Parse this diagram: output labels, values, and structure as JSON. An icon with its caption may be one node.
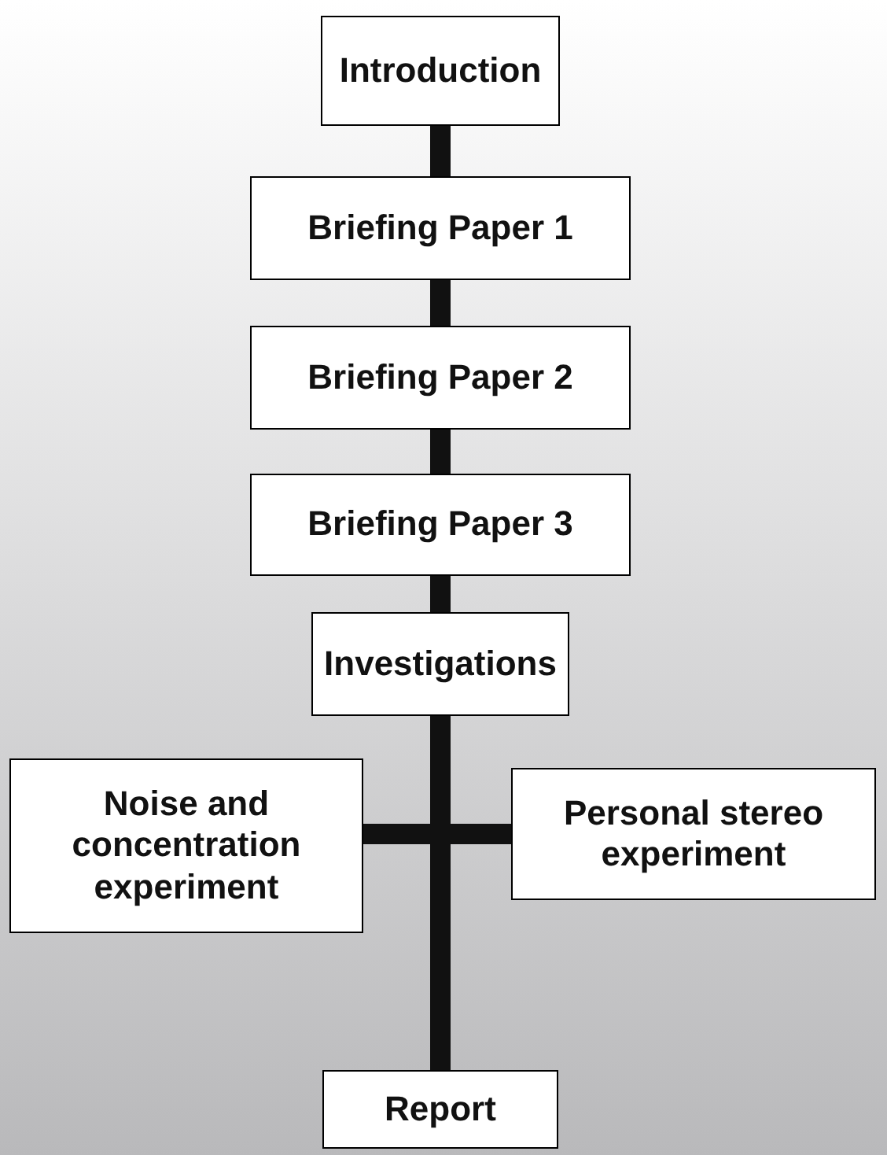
{
  "diagram": {
    "nodes": [
      {
        "text": [
          "Introduction"
        ]
      },
      {
        "text": [
          "Briefing Paper 1"
        ]
      },
      {
        "text": [
          "Briefing Paper 2"
        ]
      },
      {
        "text": [
          "Briefing Paper 3"
        ]
      },
      {
        "text": [
          "Investigations"
        ]
      },
      {
        "text": [
          "Noise and concentration experiment"
        ]
      },
      {
        "text": [
          "Personal stereo experiment"
        ]
      },
      {
        "text": [
          "Report"
        ]
      }
    ],
    "edges": [
      {
        "from": 0,
        "to": 1,
        "arrow": "none"
      },
      {
        "from": 1,
        "to": 2,
        "arrow": "none"
      },
      {
        "from": 2,
        "to": 3,
        "arrow": "none"
      },
      {
        "from": 3,
        "to": 4,
        "arrow": "none"
      },
      {
        "from": 4,
        "to": 7,
        "arrow": "none"
      },
      {
        "from": 5,
        "to": 6,
        "arrow": "none"
      }
    ]
  }
}
